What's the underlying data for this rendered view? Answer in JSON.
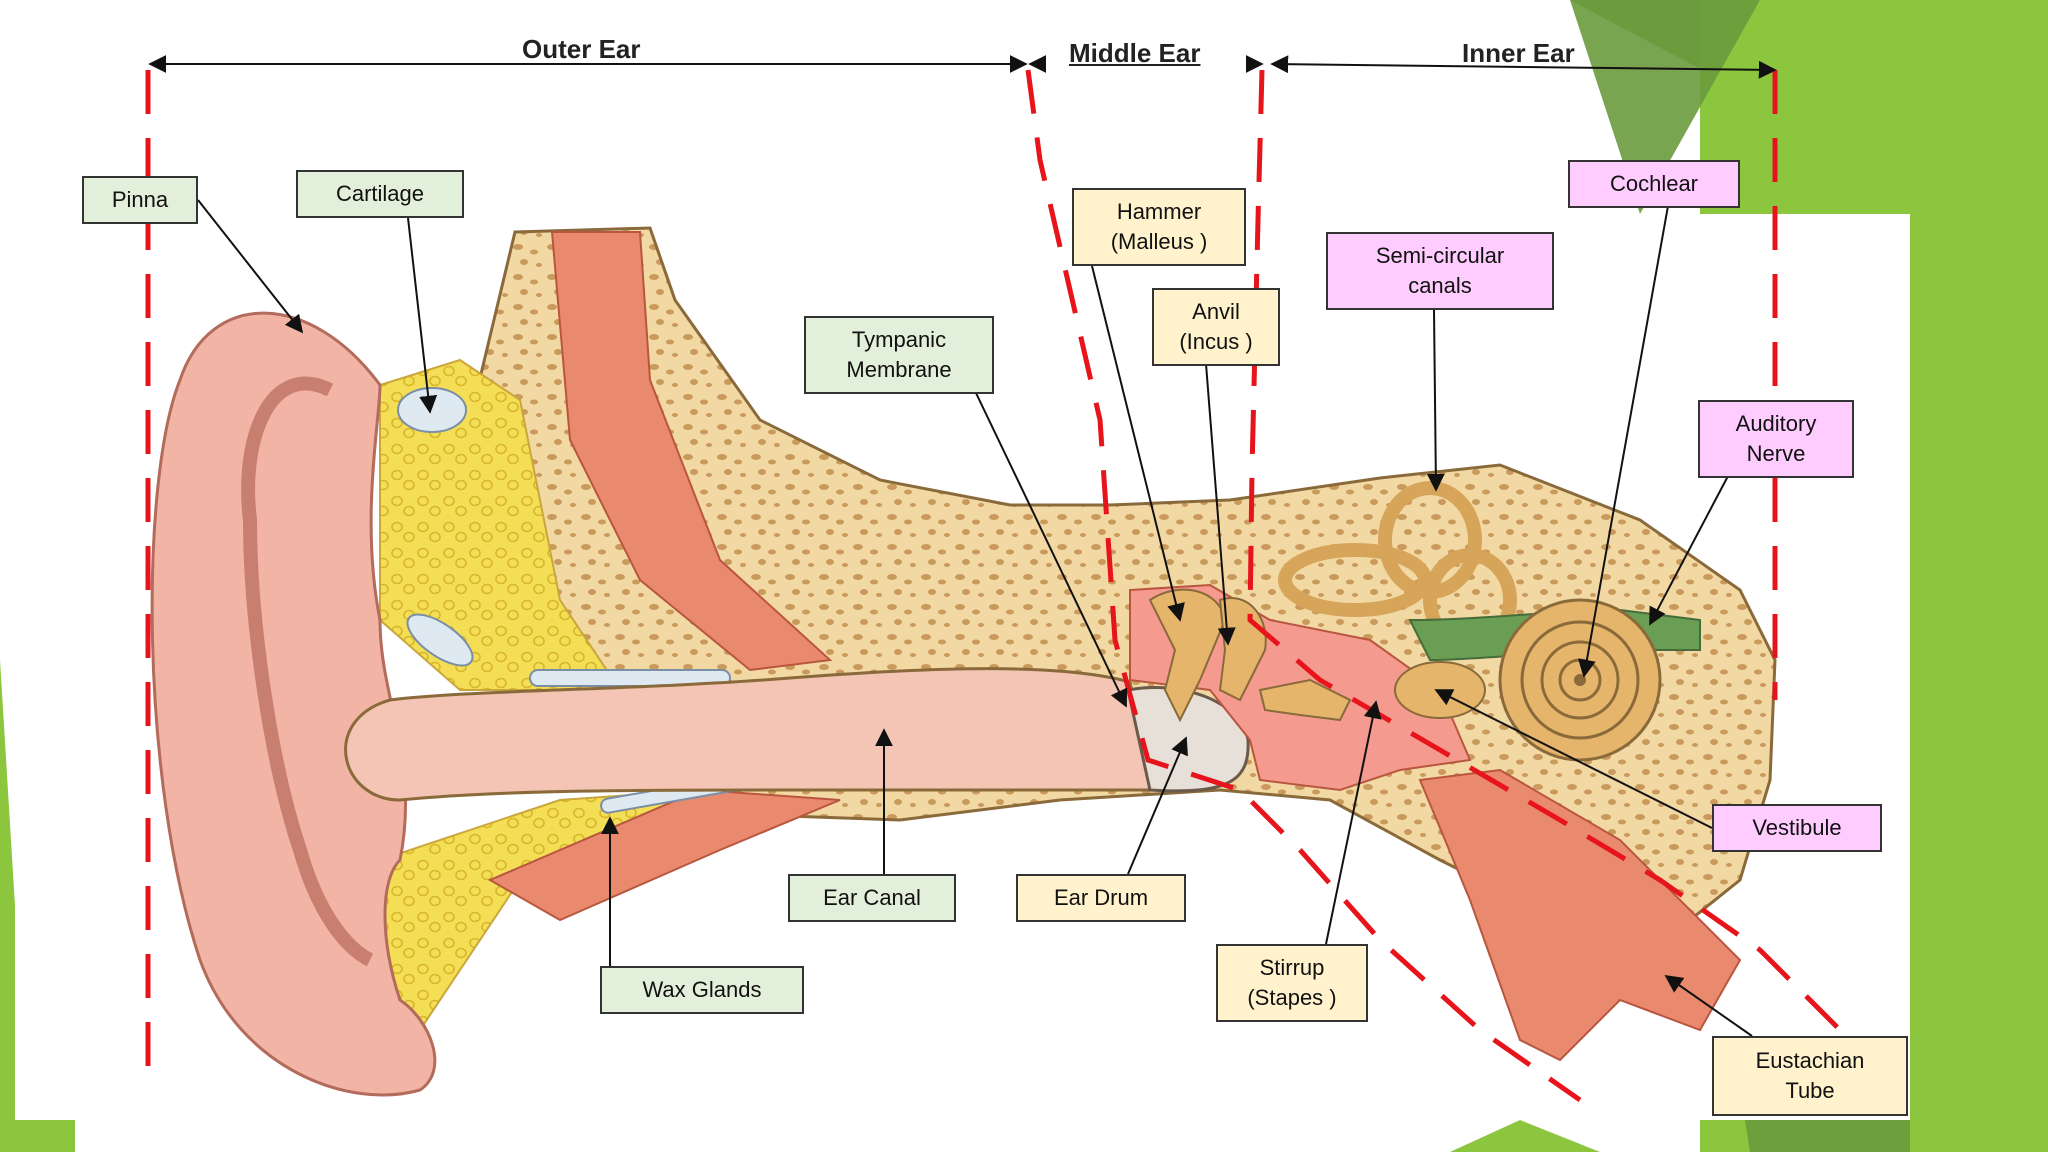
{
  "sections": {
    "outer": "Outer Ear",
    "middle": "Middle Ear",
    "inner": "Inner Ear"
  },
  "labels": {
    "pinna": "Pinna",
    "cartilage": "Cartilage",
    "tympanic": "Tympanic\nMembrane",
    "hammer": "Hammer\n(Malleus    )",
    "anvil": "Anvil\n(Incus   )",
    "semicircular": "Semi-circular\ncanals",
    "cochlear": "Cochlear",
    "auditory": "Auditory\nNerve",
    "vestibule": "Vestibule",
    "eustachian": "Eustachian\nTube",
    "stirrup": "Stirrup\n(Stapes   )",
    "eardrum": "Ear Drum",
    "earcanal": "Ear Canal",
    "waxglands": "Wax Glands"
  },
  "colors": {
    "outer_label_bg": "#e2efda",
    "middle_label_bg": "#fff2cc",
    "inner_label_bg": "#ffccff",
    "boundary_dash": "#e8141b",
    "slide_accent": "#8cc63e"
  }
}
